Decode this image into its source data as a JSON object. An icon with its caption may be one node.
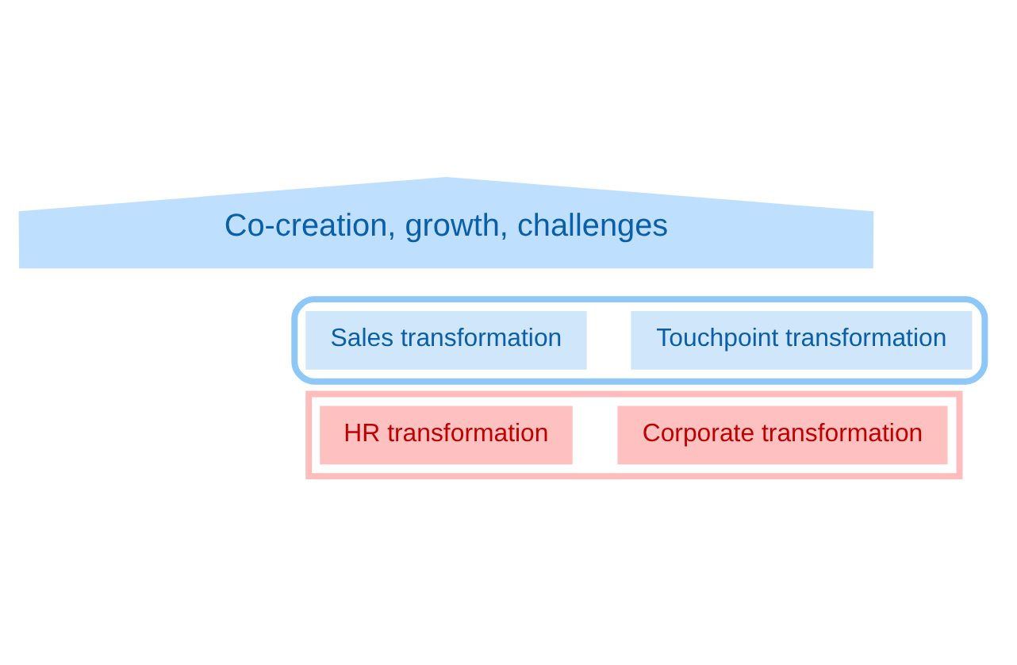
{
  "diagram": {
    "nodes": [
      {
        "text": [
          "Co-creation, growth, challenges"
        ]
      },
      {
        "text": [],
        "shape": "house"
      },
      {
        "text": [
          "Sales transformation"
        ],
        "in": 1
      },
      {
        "text": [
          "Touchpoint transformation"
        ],
        "in": 1
      },
      {
        "text": [],
        "shape": "trapezium"
      },
      {
        "text": [
          "HR transformation"
        ],
        "in": 4
      },
      {
        "text": [
          "Corporate transformation"
        ],
        "in": 4
      }
    ],
    "edges": []
  }
}
